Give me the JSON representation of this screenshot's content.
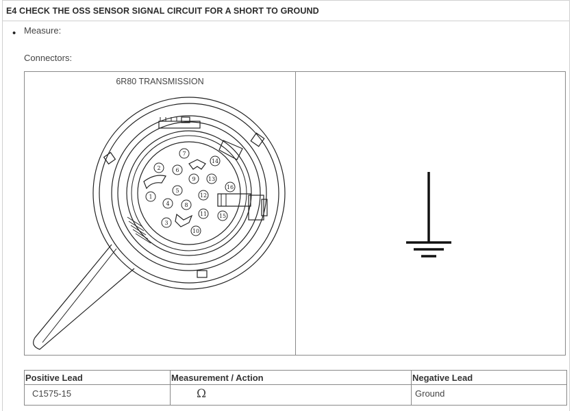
{
  "step": {
    "title": "E4 CHECK THE OSS SENSOR SIGNAL CIRCUIT FOR A SHORT TO GROUND"
  },
  "instructions": {
    "bullet": "Measure:",
    "connectors_label": "Connectors:"
  },
  "connector_panel": {
    "caption": "6R80 TRANSMISSION",
    "pins": [
      "1",
      "2",
      "3",
      "4",
      "5",
      "6",
      "7",
      "8",
      "9",
      "10",
      "11",
      "12",
      "13",
      "14",
      "15",
      "16"
    ],
    "right_icon": "ground-symbol-icon"
  },
  "measurement_table": {
    "headers": [
      "Positive Lead",
      "Measurement / Action",
      "Negative Lead"
    ],
    "rows": [
      {
        "positive": "C1575-15",
        "measurement": "Ω",
        "negative": "Ground"
      }
    ]
  }
}
